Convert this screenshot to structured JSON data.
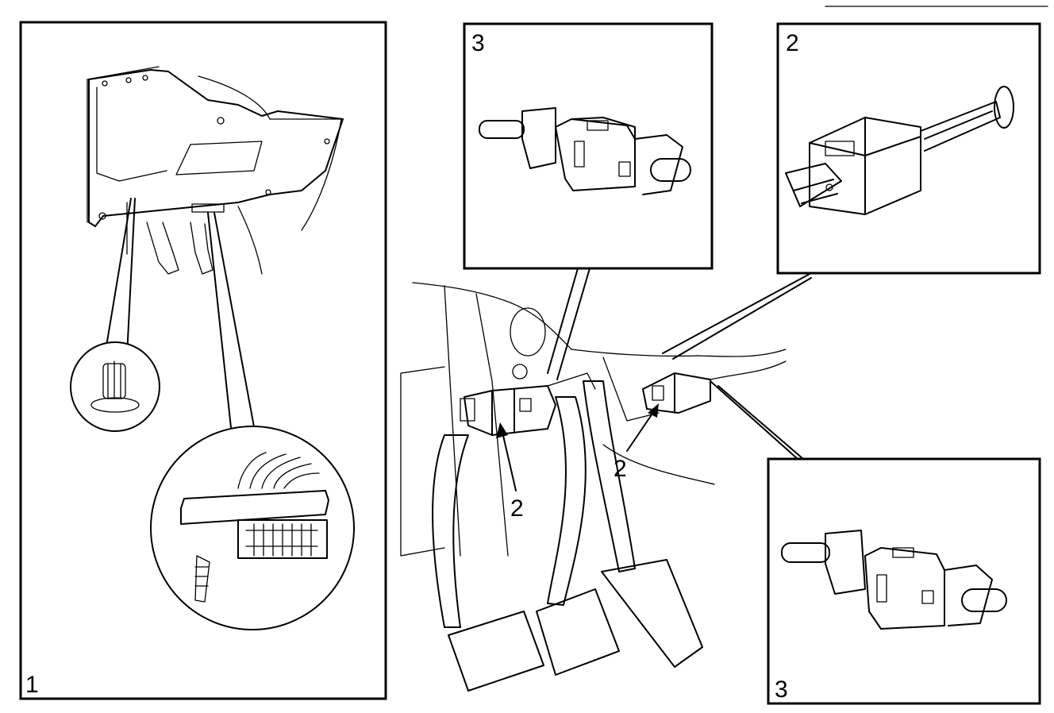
{
  "labels": {
    "panel_1": "1",
    "panel_3_top": "3",
    "panel_2_top": "2",
    "panel_3_bottom": "3",
    "callout_left": "2",
    "callout_right": "2"
  }
}
